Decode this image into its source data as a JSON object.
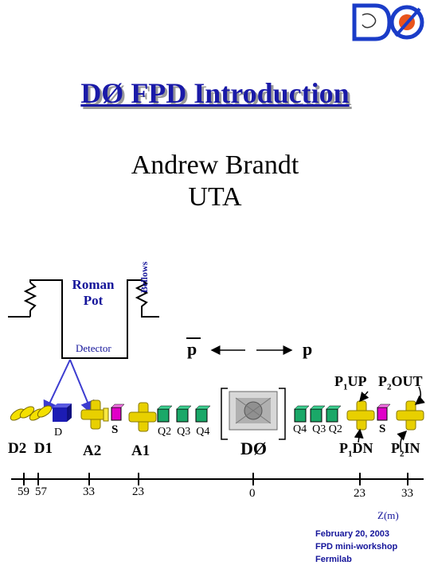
{
  "slide": {
    "title": "DØ FPD Introduction",
    "author_line1": "Andrew Brandt",
    "author_line2": "UTA"
  },
  "logo": {
    "text": "DØ"
  },
  "pot_diagram": {
    "roman_pot_line1": "Roman",
    "roman_pot_line2": "Pot",
    "bellows": "Bellows",
    "detector": "Detector"
  },
  "beams": {
    "antiproton": "p",
    "proton": "p"
  },
  "components": {
    "p1up": "P",
    "p1up_sub": "1",
    "p1up_rest": "UP",
    "p2out": "P",
    "p2out_sub": "2",
    "p2out_rest": "OUT",
    "p1dn": "P",
    "p1dn_sub": "1",
    "p1dn_rest": "DN",
    "p2in": "P",
    "p2in_sub": "2",
    "p2in_rest": "IN",
    "d_small": "D",
    "s_left": "S",
    "s_right": "S",
    "quads_left": "Q2  Q3  Q4",
    "quads_right": "Q4  Q3 Q2",
    "d2_d1": "D2  D1",
    "a2": "A2",
    "a1": "A1",
    "d0": "DØ"
  },
  "axis": {
    "ticks": [
      "59",
      "57",
      "33",
      "23",
      "0",
      "23",
      "33"
    ],
    "label": "Z(m)"
  },
  "footer": {
    "date": "February 20, 2003",
    "event": "FPD mini-workshop",
    "location": "Fermilab"
  },
  "colors": {
    "title": "#1a1aa8",
    "yellow_pot": "#e8d000",
    "blue_magnet": "#1c1cb4",
    "magenta_separator": "#e000c8",
    "green_quad": "#1aa868",
    "logo_orange": "#e8541c",
    "logo_blue": "#1a3cc8"
  }
}
